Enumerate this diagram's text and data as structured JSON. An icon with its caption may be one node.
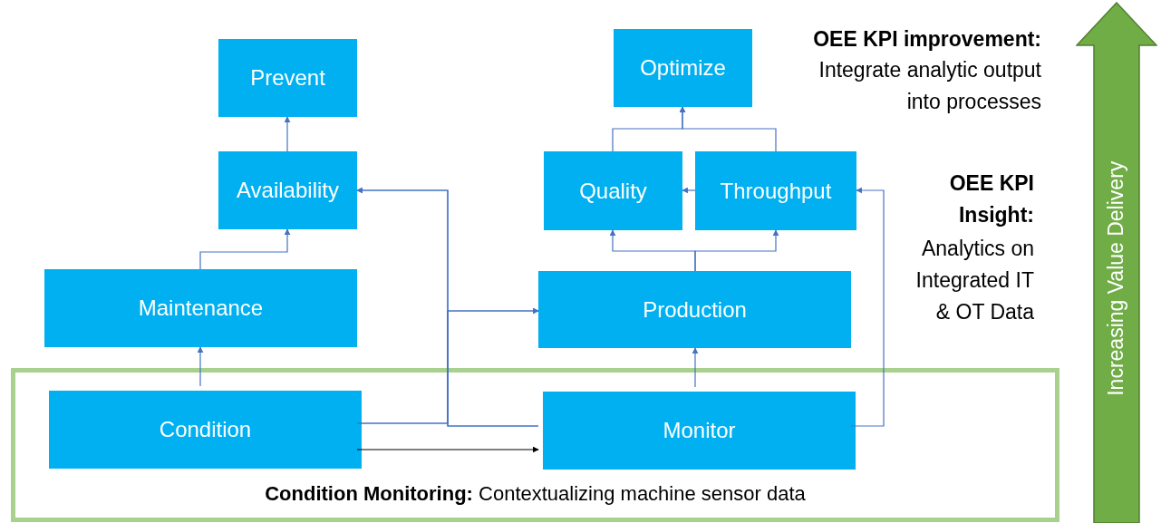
{
  "diagram": {
    "nodes": [
      {
        "text": [
          "Prevent"
        ]
      },
      {
        "text": [
          "Optimize"
        ]
      },
      {
        "text": [
          "Availability"
        ]
      },
      {
        "text": [
          "Quality"
        ]
      },
      {
        "text": [
          "Throughput"
        ]
      },
      {
        "text": [
          "Maintenance"
        ]
      },
      {
        "text": [
          "Production"
        ]
      },
      {
        "text": [
          "**Condition Monitoring:** Contextualizing machine sensor data"
        ]
      },
      {
        "text": [
          "Condition"
        ],
        "in": 7
      },
      {
        "text": [
          "Monitor"
        ],
        "in": 7
      },
      {
        "text": [
          "Increasing Value Delivery"
        ]
      }
    ],
    "edges": [
      {
        "from": 8,
        "to": 5,
        "arrow": "to"
      },
      {
        "from": 5,
        "to": 2,
        "arrow": "to"
      },
      {
        "from": 2,
        "to": 0,
        "arrow": "to"
      },
      {
        "from": 3,
        "to": 1,
        "arrow": "to"
      },
      {
        "from": 4,
        "to": 1,
        "arrow": "to"
      },
      {
        "from": 4,
        "to": 3,
        "arrow": "to"
      },
      {
        "from": 6,
        "to": 3,
        "arrow": "to"
      },
      {
        "from": 6,
        "to": 4,
        "arrow": "to"
      },
      {
        "from": 9,
        "to": 6,
        "arrow": "to"
      },
      {
        "from": 9,
        "to": 4,
        "arrow": "to"
      },
      {
        "from": 8,
        "to": 9,
        "arrow": "to",
        "color": "#000000"
      },
      {
        "from": 8,
        "to": 2,
        "arrow": "to"
      },
      {
        "from": 8,
        "to": 6,
        "arrow": "to"
      },
      {
        "from": 9,
        "to": 2,
        "arrow": "to"
      },
      {
        "from": 9,
        "to": 6,
        "arrow": "to"
      }
    ],
    "labels": [
      "OEE KPI improvement:",
      "Integrate analytic output into processes",
      "OEE KPI Insight:",
      "Analytics on Integrated IT & OT Data"
    ]
  }
}
